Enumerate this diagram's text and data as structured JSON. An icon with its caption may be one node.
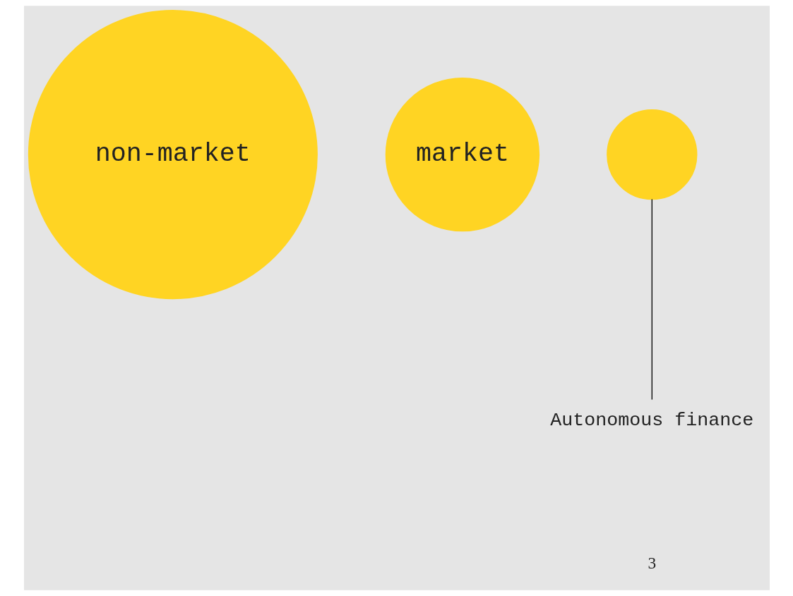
{
  "diagram": {
    "nodes": [
      {
        "text": [
          "non-market"
        ]
      },
      {
        "text": [
          "market"
        ]
      },
      {
        "text": [],
        "shape": "circle"
      },
      {
        "text": [
          "Autonomous finance"
        ]
      }
    ],
    "edges": [
      {
        "from": 3,
        "to": 2,
        "arrow": "none"
      }
    ],
    "labels": [
      "3"
    ]
  }
}
